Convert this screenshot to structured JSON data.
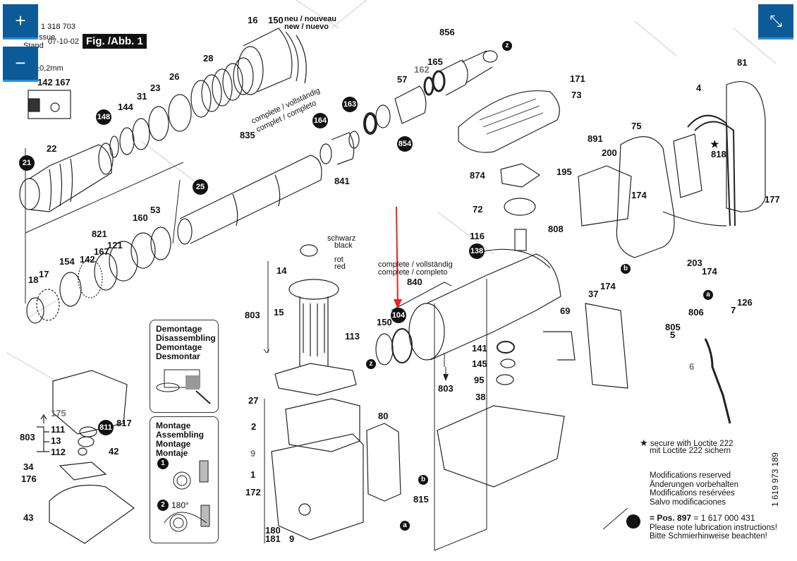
{
  "viewer": {
    "zoom_in_label": "+",
    "zoom_out_label": "−",
    "collapse_label": "⤡"
  },
  "header": {
    "doc_number": "1 318 703",
    "issue_label": "Issue",
    "stand_label": "Stand",
    "issue_date": "07-10-02",
    "figure_title": "Fig. /Abb. 1",
    "tolerance": "±0,2mm"
  },
  "notes": {
    "new_line1": "neu / nouveau",
    "new_line2": "new / nuevo",
    "complete_a_line1": "complete / vollständig",
    "complete_a_line2": "complet / completo",
    "complete_b_line1": "complete / vollständig",
    "complete_b_line2": "complete / completo",
    "schwarz": "schwarz",
    "black": "black",
    "rot": "rot",
    "red": "red",
    "angle": "180°"
  },
  "demontage_box": {
    "lines": [
      "Demontage",
      "Disassembling",
      "Demontage",
      "Desmontar"
    ]
  },
  "montage_box": {
    "lines": [
      "Montage",
      "Assembling",
      "Montage",
      "Montaje"
    ],
    "step1": "1",
    "step2": "2"
  },
  "legend": {
    "loctite_line1": "secure with Loctite 222",
    "loctite_line2": "mit Loctite 222 sichern",
    "modifications": [
      "Modifications reserved",
      "Änderungen vorbehalten",
      "Modifications resérvées",
      "Salvo modificaciones"
    ],
    "pos_prefix": "= Pos.",
    "pos_number": "897",
    "pos_part": "= 1 617 000 431",
    "lubrication_en": "Please note lubrication instructions!",
    "lubrication_de": "Bitte Schmierhinweise beachten!",
    "drawing_number": "1 619 973 189"
  },
  "parts": {
    "p16": "16",
    "p150a": "150",
    "p28": "28",
    "p26": "26",
    "p23": "23",
    "p31": "31",
    "p144": "144",
    "p22": "22",
    "p835": "835",
    "p841": "841",
    "p856": "856",
    "p165": "165",
    "p162": "162",
    "p57": "57",
    "p171": "171",
    "p73": "73",
    "p81": "81",
    "p4": "4",
    "p818": "818",
    "p177": "177",
    "p75": "75",
    "p891": "891",
    "p200": "200",
    "p195": "195",
    "p174a": "174",
    "p808": "808",
    "p874": "874",
    "p72": "72",
    "p116": "116",
    "p142a": "142",
    "p167a": "167",
    "p160": "160",
    "p53": "53",
    "p821": "821",
    "p167b": "167",
    "p121": "121",
    "p142b": "142",
    "p154": "154",
    "p18": "18",
    "p17": "17",
    "p14": "14",
    "p803a": "803",
    "p15": "15",
    "p113": "113",
    "p840": "840",
    "p150b": "150",
    "p203": "203",
    "p174b": "174",
    "p37": "37",
    "p174c": "174",
    "p69": "69",
    "p806": "806",
    "p805": "805",
    "p5": "5",
    "p7": "7",
    "p126": "126",
    "p6": "6",
    "p141": "141",
    "p145": "145",
    "p95": "95",
    "p803b": "803",
    "p38": "38",
    "p27": "27",
    "p2": "2",
    "p9a": "9",
    "p1": "1",
    "p172": "172",
    "p180": "180",
    "p181": "181",
    "p9b": "9",
    "p80": "80",
    "p815": "815",
    "p175": "175",
    "p111": "111",
    "p13": "13",
    "p112": "112",
    "p803c": "803",
    "p817": "817",
    "p42": "42",
    "p34": "34",
    "p176": "176",
    "p43": "43"
  },
  "badges": {
    "b21": "21",
    "b148": "148",
    "b25": "25",
    "b164": "164",
    "b163": "163",
    "b854": "854",
    "b138": "138",
    "b104": "104",
    "b811": "811"
  },
  "connectors": {
    "z": "z",
    "a": "a",
    "b": "b"
  },
  "annotation": {
    "arrow_color": "#e8231f",
    "target_part": "104"
  }
}
